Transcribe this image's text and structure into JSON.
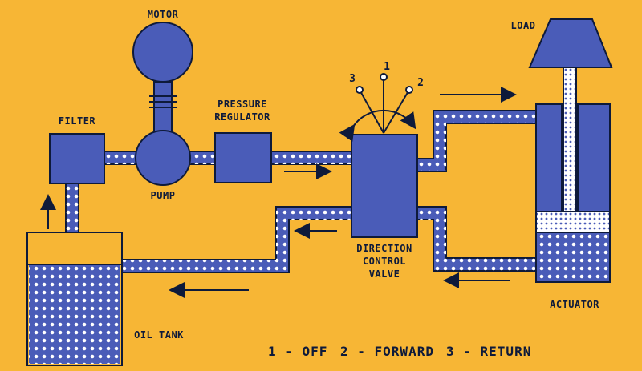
{
  "colors": {
    "background": "#F7B635",
    "component": "#4a5cb8",
    "outline": "#0e1a3a",
    "fluid_dot": "#ffffff"
  },
  "labels": {
    "motor": "MOTOR",
    "load": "LOAD",
    "filter": "FILTER",
    "pressure_regulator_line1": "PRESSURE",
    "pressure_regulator_line2": "REGULATOR",
    "pump": "PUMP",
    "direction_control_valve_line1": "DIRECTION",
    "direction_control_valve_line2": "CONTROL",
    "direction_control_valve_line3": "VALVE",
    "actuator": "ACTUATOR",
    "oil_tank": "OIL TANK"
  },
  "valve_positions": [
    "1",
    "2",
    "3"
  ],
  "legend": {
    "off": "1 - OFF",
    "forward": "2 - FORWARD",
    "return": "3 - RETURN"
  },
  "icons": [
    "flow-arrow-icon",
    "valve-selector-icon"
  ]
}
